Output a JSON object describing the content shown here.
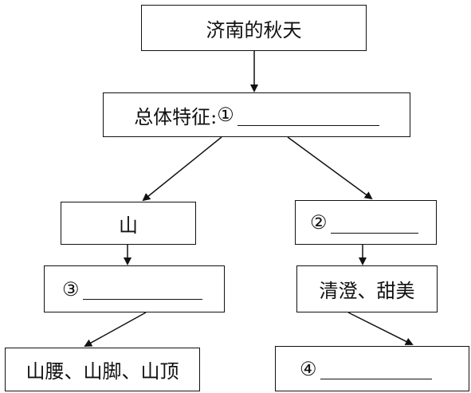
{
  "title": "济南的秋天",
  "feature": {
    "label": "总体特征:",
    "marker": "①"
  },
  "mountain": {
    "label": "山"
  },
  "blank2": {
    "marker": "②"
  },
  "blank3": {
    "marker": "③"
  },
  "water": {
    "label": "清澄、甜美"
  },
  "mountain_parts": {
    "label": "山腰、山脚、山顶"
  },
  "blank4": {
    "marker": "④"
  }
}
